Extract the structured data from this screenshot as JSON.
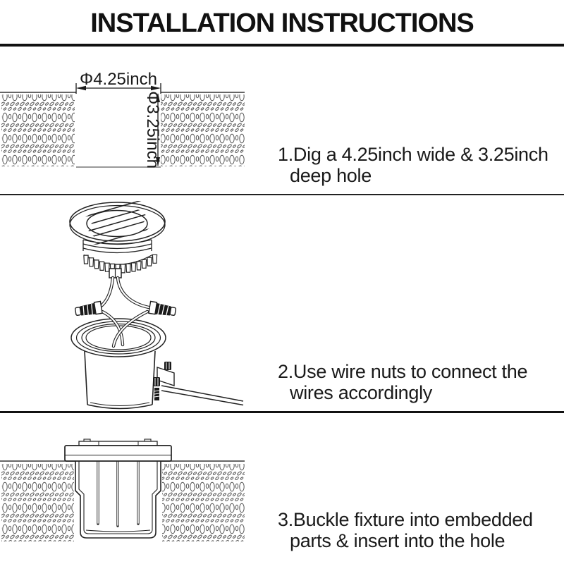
{
  "title": "INSTALLATION INSTRUCTIONS",
  "colors": {
    "ink": "#1a1a1a",
    "line": "#222222",
    "texture": "#555555",
    "hole_bottom": "#999999",
    "separator": "#111111"
  },
  "step1": {
    "line1": "1.Dig a 4.25inch wide & 3.25inch",
    "line2": "deep hole"
  },
  "step2": {
    "line1": "2.Use wire nuts to connect the",
    "line2": "wires accordingly"
  },
  "step3": {
    "line1": "3.Buckle fixture into embedded",
    "line2": "parts & insert into the hole"
  },
  "diagram1": {
    "width_label": "Φ4.25inch",
    "depth_label": "Φ3.25inch"
  },
  "diagrams": {
    "step1": "hole-cross-section-in-ground",
    "step2": "light-fixture-wires-and-wire-nuts-above-embedded-sleeve",
    "step3": "fixture-buckled-into-embedded-part-in-ground"
  }
}
